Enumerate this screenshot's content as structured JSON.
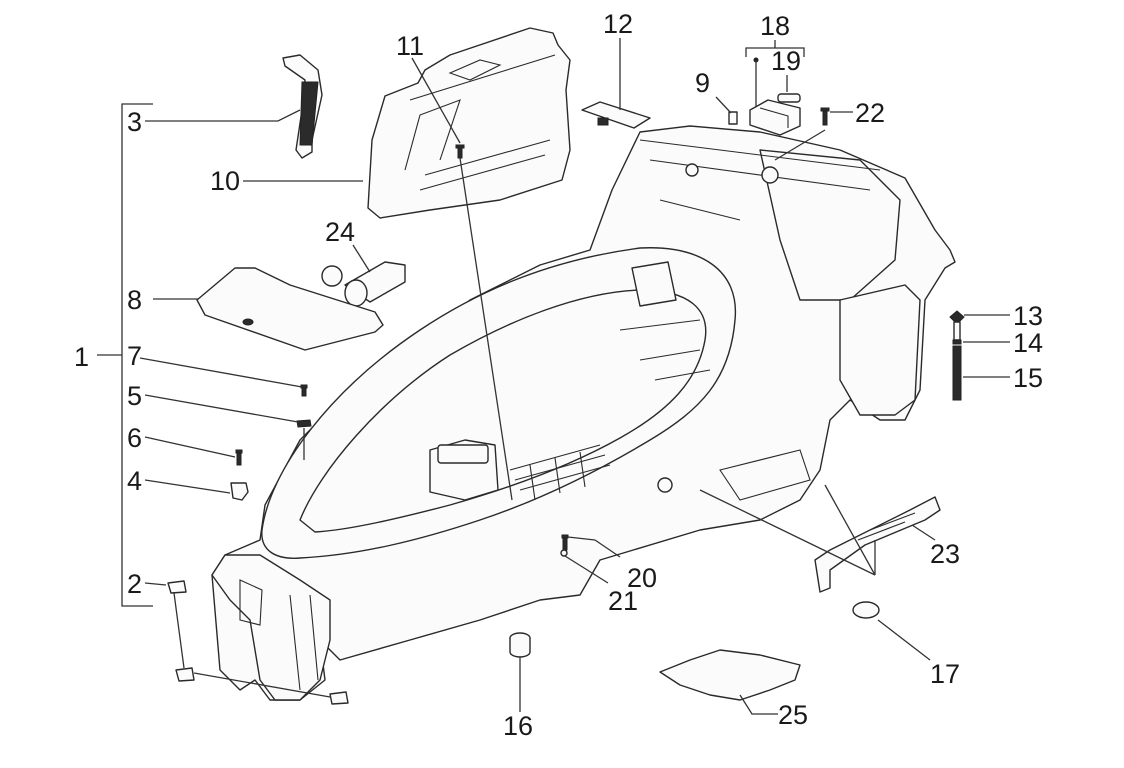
{
  "diagram": {
    "title": "Scooter helmet compartment / underseat body exploded parts view",
    "background": "#ffffff",
    "line_color": "#333333",
    "callouts": [
      {
        "id": "1",
        "label": "1",
        "part": "helmet-compartment-assembly"
      },
      {
        "id": "2",
        "label": "2",
        "part": "clip-nut"
      },
      {
        "id": "3",
        "label": "3",
        "part": "rubber-strap"
      },
      {
        "id": "4",
        "label": "4",
        "part": "expansion-nut"
      },
      {
        "id": "5",
        "label": "5",
        "part": "washer"
      },
      {
        "id": "6",
        "label": "6",
        "part": "screw"
      },
      {
        "id": "7",
        "label": "7",
        "part": "screw"
      },
      {
        "id": "8",
        "label": "8",
        "part": "compartment-lid"
      },
      {
        "id": "9",
        "label": "9",
        "part": "clip"
      },
      {
        "id": "10",
        "label": "10",
        "part": "glove-box"
      },
      {
        "id": "11",
        "label": "11",
        "part": "screw"
      },
      {
        "id": "12",
        "label": "12",
        "part": "access-cover"
      },
      {
        "id": "13",
        "label": "13",
        "part": "knob"
      },
      {
        "id": "14",
        "label": "14",
        "part": "rod"
      },
      {
        "id": "15",
        "label": "15",
        "part": "spring"
      },
      {
        "id": "16",
        "label": "16",
        "part": "rubber-buffer"
      },
      {
        "id": "17",
        "label": "17",
        "part": "cap"
      },
      {
        "id": "18",
        "label": "18",
        "part": "light-assembly"
      },
      {
        "id": "19",
        "label": "19",
        "part": "bulb"
      },
      {
        "id": "20",
        "label": "20",
        "part": "screw"
      },
      {
        "id": "21",
        "label": "21",
        "part": "washer"
      },
      {
        "id": "22",
        "label": "22",
        "part": "screw"
      },
      {
        "id": "23",
        "label": "23",
        "part": "side-trim"
      },
      {
        "id": "24",
        "label": "24",
        "part": "power-socket"
      },
      {
        "id": "25",
        "label": "25",
        "part": "sound-insulation-pad"
      }
    ]
  }
}
